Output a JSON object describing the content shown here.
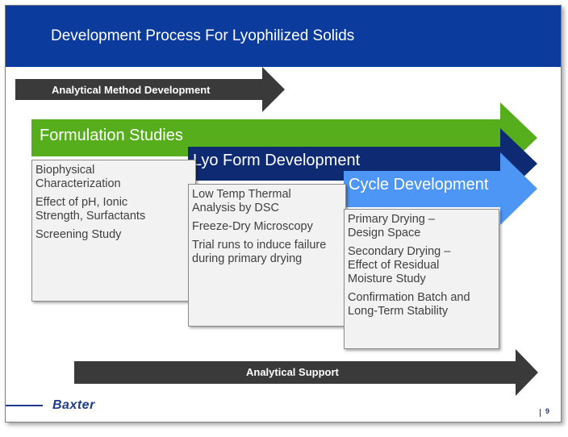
{
  "title": "Development Process For Lyophilized Solids",
  "arrows": {
    "analytical_method": "Analytical Method Development",
    "analytical_support": "Analytical Support"
  },
  "stages": [
    {
      "title": "Formulation Studies",
      "color": "#56ae1d",
      "items": [
        "Biophysical Characterization",
        "Effect of pH, Ionic Strength, Surfactants",
        "Screening Study"
      ]
    },
    {
      "title": "Lyo Form Development",
      "color": "#0e2a73",
      "items": [
        "Low Temp Thermal Analysis by DSC",
        "Freeze-Dry Microscopy",
        "Trial runs to induce failure during primary drying"
      ]
    },
    {
      "title": "Cycle Development",
      "color": "#4d96f5",
      "items": [
        "Primary Drying – Design Space",
        "Secondary Drying – Effect of Residual Moisture Study",
        "Confirmation Batch and Long-Term Stability"
      ]
    }
  ],
  "colors": {
    "header": "#0b3b9c",
    "dark_arrow": "#3a3a3a",
    "brand": "#1f3c8c"
  },
  "footer": {
    "logo": "Baxter",
    "page": "9"
  }
}
